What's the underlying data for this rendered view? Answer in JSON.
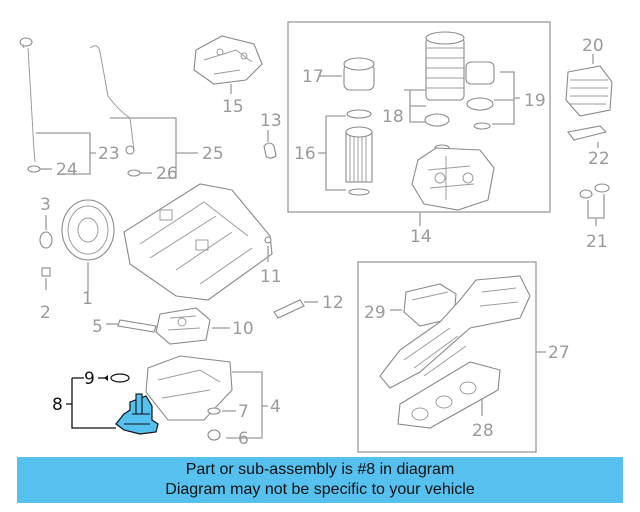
{
  "diagram": {
    "callouts": {
      "c1": "1",
      "c2": "2",
      "c3": "3",
      "c4": "4",
      "c5": "5",
      "c6": "6",
      "c7": "7",
      "c8": "8",
      "c9": "9",
      "c10": "10",
      "c11": "11",
      "c12": "12",
      "c13": "13",
      "c14": "14",
      "c15": "15",
      "c16": "16",
      "c17": "17",
      "c18": "18",
      "c19": "19",
      "c20": "20",
      "c21": "21",
      "c22": "22",
      "c23": "23",
      "c24": "24",
      "c25": "25",
      "c26": "26",
      "c27": "27",
      "c28": "28",
      "c29": "29"
    },
    "highlight_color": "#56c0ee",
    "highlight_part": "8"
  },
  "banner": {
    "line1": "Part or sub-assembly is #8 in diagram",
    "line2": "Diagram may not be specific to your vehicle",
    "background": "#56c0ee"
  }
}
